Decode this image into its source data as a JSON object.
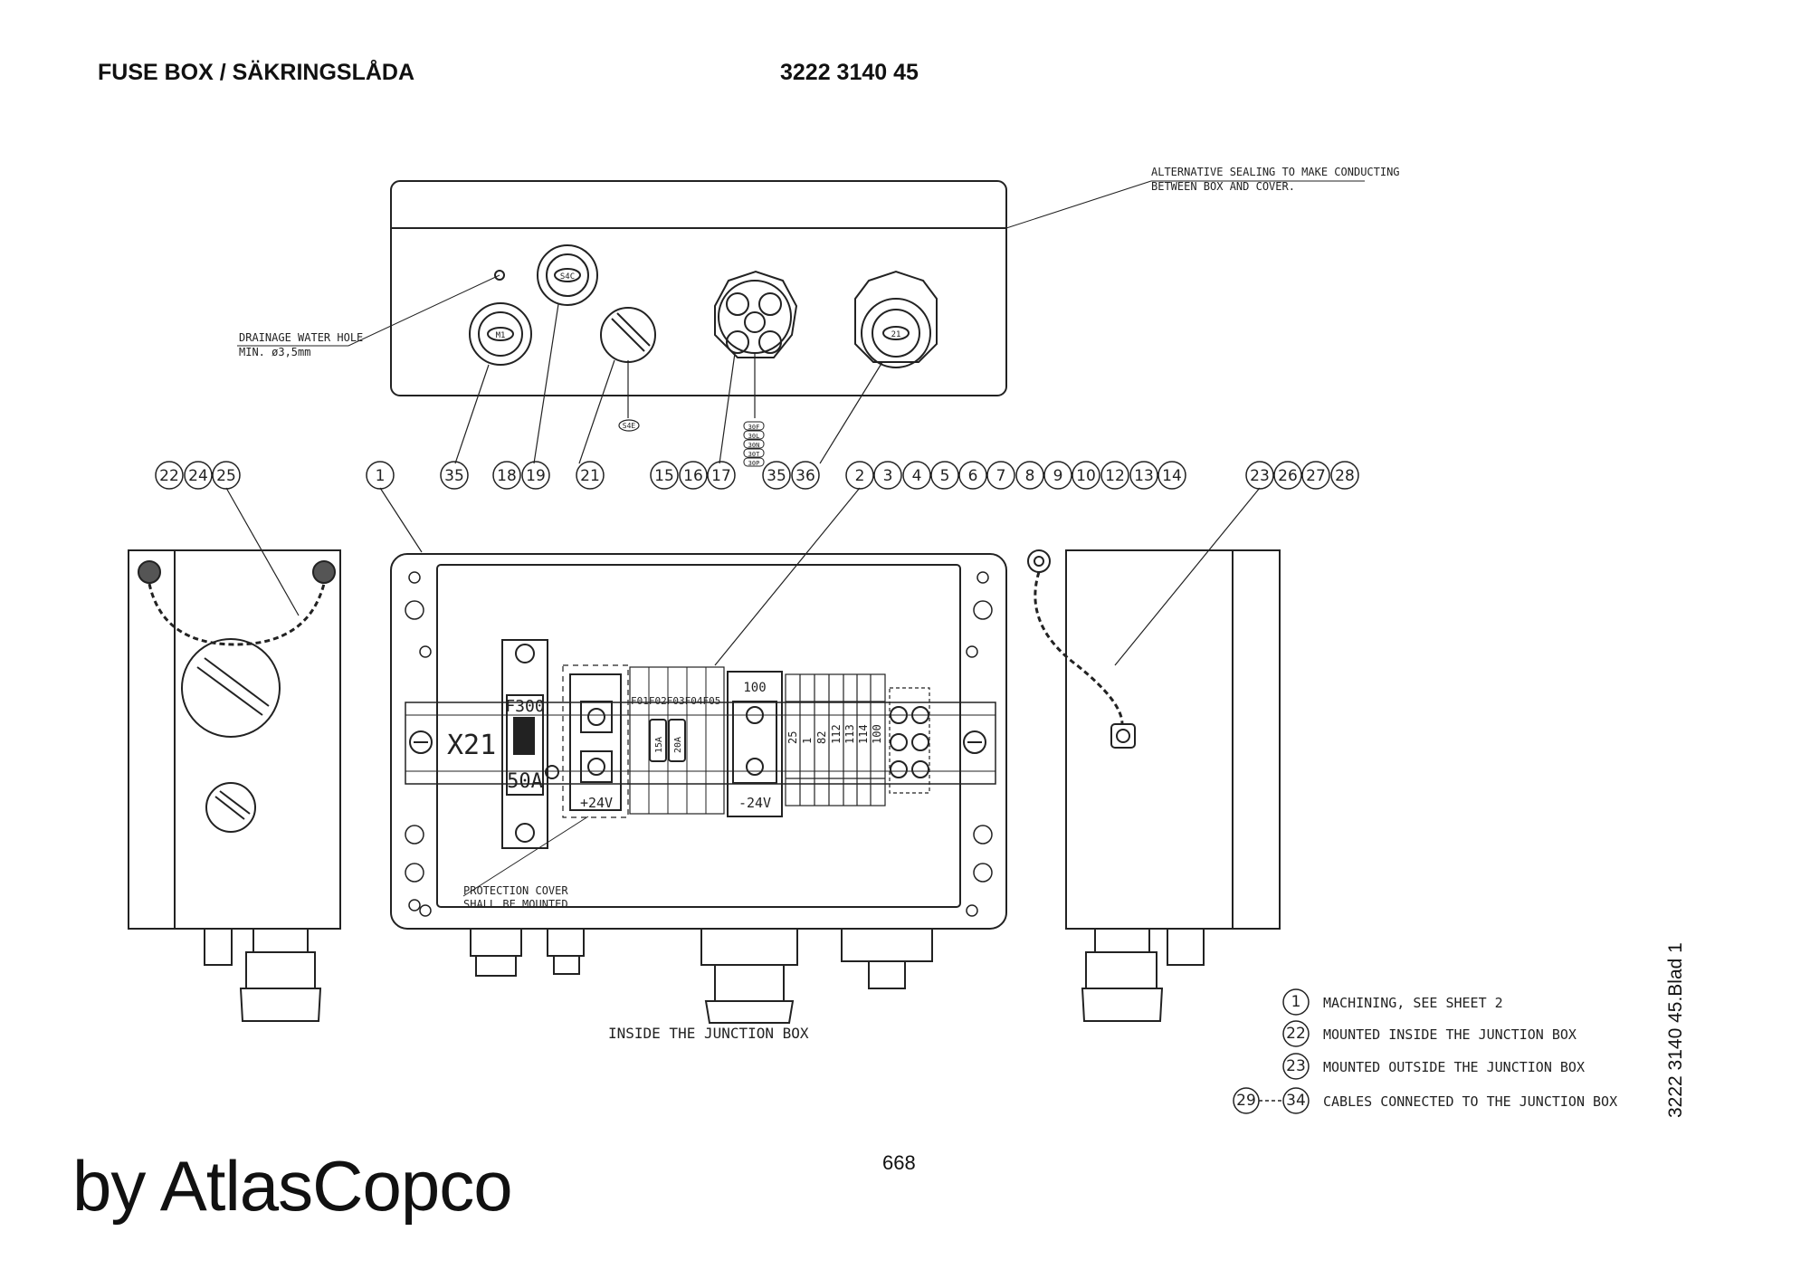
{
  "header": {
    "title": "FUSE BOX / SÄKRINGSLÅDA",
    "part_number": "3222 3140 45"
  },
  "top_view": {
    "sealing_note_1": "ALTERNATIVE SEALING TO MAKE CONDUCTING",
    "sealing_note_2": "BETWEEN BOX AND COVER.",
    "drain_note_1": "DRAINAGE WATER HOLE",
    "drain_note_2": "MIN. ø3,5mm",
    "gland_m1": "M1",
    "gland_s4c": "S4C",
    "gland_21": "21",
    "fuse_cap_tag": "S4E",
    "cable_tags": [
      "30F",
      "30L",
      "30N",
      "30T",
      "30P"
    ]
  },
  "callouts": [
    "22",
    "24",
    "25",
    "1",
    "35",
    "18",
    "19",
    "21",
    "15",
    "16",
    "17",
    "35",
    "36",
    "2",
    "3",
    "4",
    "5",
    "6",
    "7",
    "8",
    "9",
    "10",
    "12",
    "13",
    "14",
    "23",
    "26",
    "27",
    "28"
  ],
  "front_view": {
    "rail_label": "X21",
    "breaker_top": "F300",
    "breaker_bottom": "50A",
    "plus_label": "+24V",
    "minus_label": "-24V",
    "fuse_header": "F01F02F03F04F05",
    "fuse_a": "15A",
    "fuse_b": "20A",
    "minus_top": "100",
    "terminals": [
      "25",
      "1",
      "82",
      "112",
      "113",
      "114",
      "100"
    ],
    "protection_1": "PROTECTION COVER",
    "protection_2": "SHALL BE MOUNTED",
    "inside_label": "INSIDE THE JUNCTION BOX"
  },
  "legend": [
    {
      "num": "1",
      "text": "MACHINING, SEE SHEET 2"
    },
    {
      "num": "22",
      "text": "MOUNTED INSIDE THE JUNCTION BOX"
    },
    {
      "num": "23",
      "text": "MOUNTED OUTSIDE THE JUNCTION BOX"
    },
    {
      "num": "29",
      "num2": "34",
      "text": "CABLES CONNECTED TO THE JUNCTION BOX"
    }
  ],
  "sheet_ref": "3222 3140 45.Blad 1",
  "page_number": "668",
  "brand": "by AtlasCopco"
}
